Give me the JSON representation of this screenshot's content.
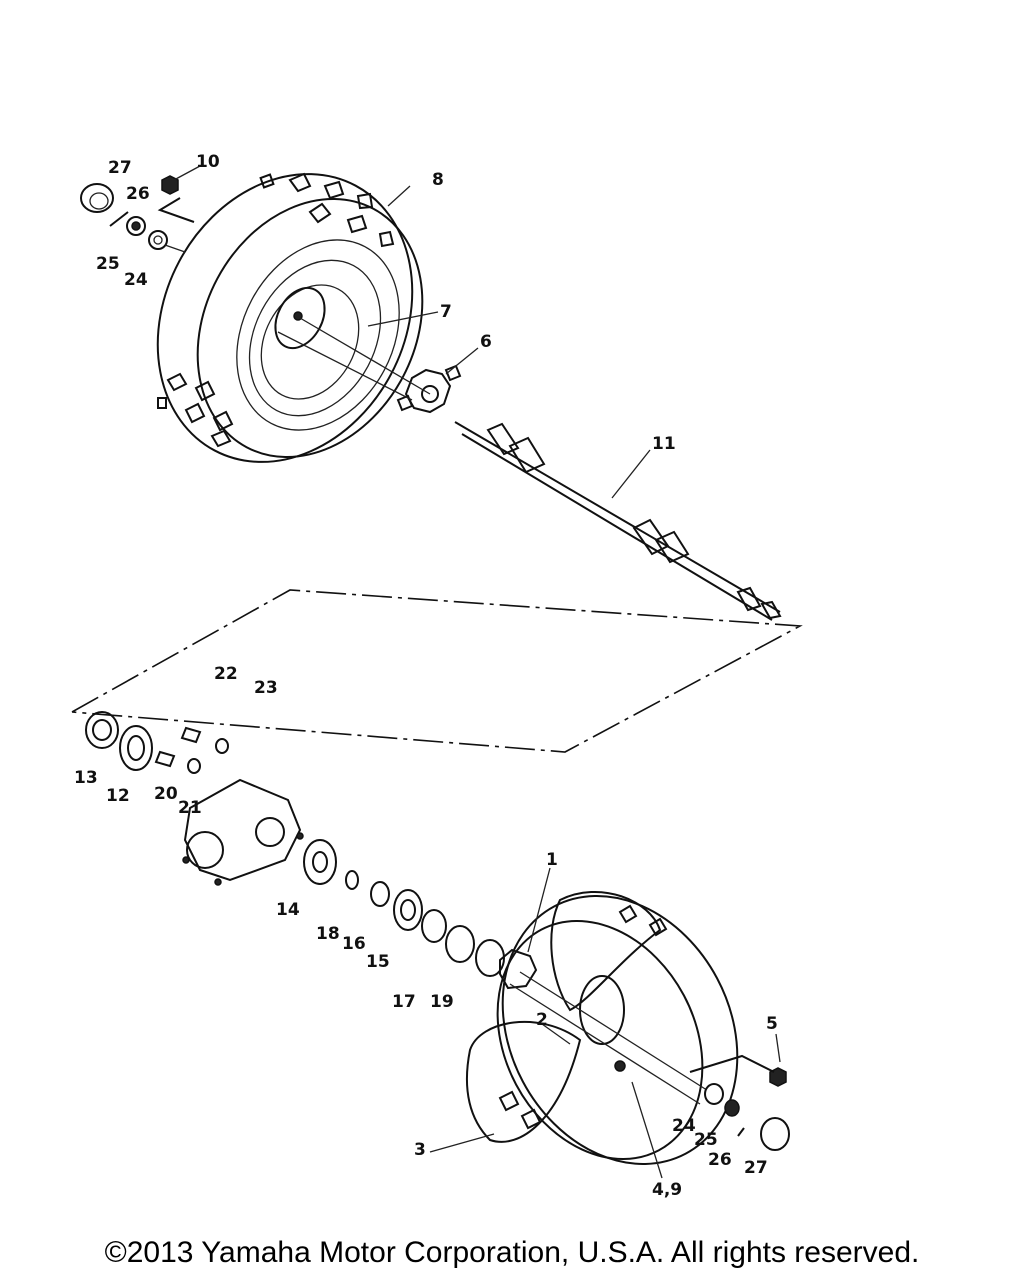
{
  "diagram": {
    "callouts": {
      "c1": "1",
      "c2": "2",
      "c3": "3",
      "c4_9": "4,9",
      "c5": "5",
      "c6": "6",
      "c7": "7",
      "c8": "8",
      "c10": "10",
      "c11": "11",
      "c12": "12",
      "c13": "13",
      "c14": "14",
      "c15": "15",
      "c16": "16",
      "c17": "17",
      "c18": "18",
      "c19": "19",
      "c20": "20",
      "c21": "21",
      "c22": "22",
      "c23": "23",
      "c24a": "24",
      "c25a": "25",
      "c26a": "26",
      "c27a": "27",
      "c24b": "24",
      "c25b": "25",
      "c26b": "26",
      "c27b": "27"
    }
  },
  "footer": {
    "copyright": "©2013 Yamaha Motor Corporation, U.S.A. All rights reserved."
  }
}
